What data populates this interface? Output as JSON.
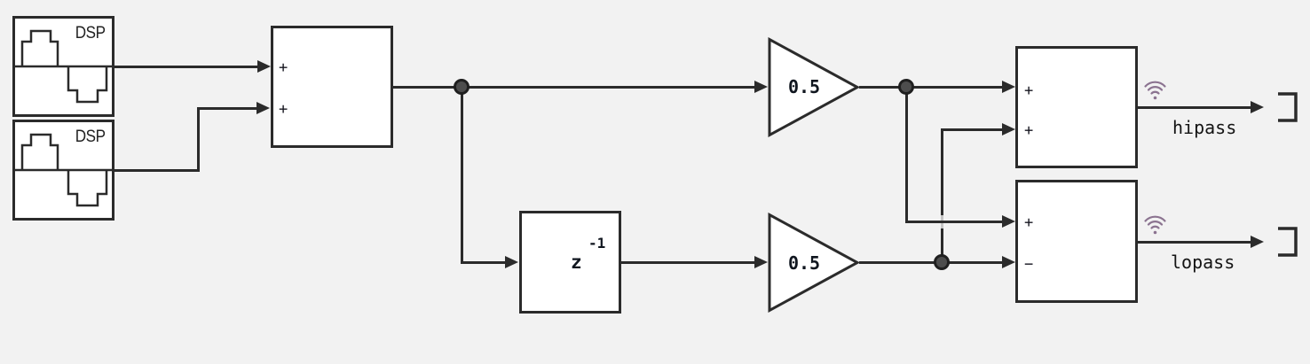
{
  "colors": {
    "background": "#f2f2f2",
    "wire": "#2b2b2b",
    "block_fill": "#ffffff",
    "junction_fill": "#4d4d4d",
    "signal_icon": "#8b7390",
    "crossover_gap": "#c4c4c4"
  },
  "icons": {
    "source_glyph": "step-waveform-icon",
    "output_glyph": "wifi-signal-icon",
    "terminator_glyph": "output-port-icon"
  },
  "blocks": {
    "dsp1": {
      "label": "DSP"
    },
    "dsp2": {
      "label": "DSP"
    },
    "input_sum": {
      "in1": "+",
      "in2": "+"
    },
    "delay": {
      "base": "z",
      "exponent": "-1"
    },
    "gain_top": {
      "label": "0.5"
    },
    "gain_bottom": {
      "label": "0.5"
    },
    "hipass_sum": {
      "in1": "+",
      "in2": "+"
    },
    "lopass_sum": {
      "in1": "+",
      "in2": "−"
    }
  },
  "outputs": {
    "hipass": {
      "label": "hipass"
    },
    "lopass": {
      "label": "lopass"
    }
  }
}
